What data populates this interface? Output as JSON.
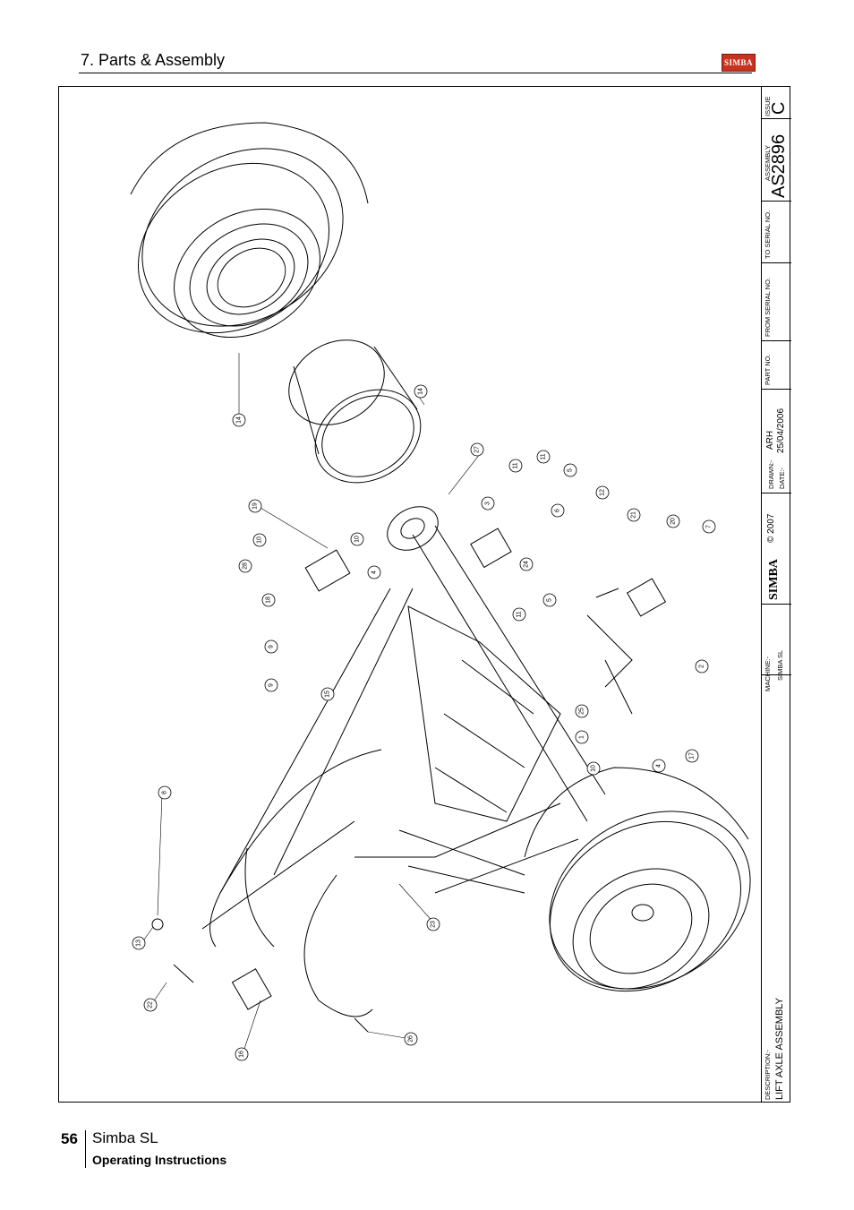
{
  "header": {
    "section_title": "7. Parts & Assembly",
    "logo_text": "SIMBA"
  },
  "title_block": {
    "issue_label": "ISSUE",
    "issue_value": "C",
    "assembly_label": "ASSEMBLY",
    "assembly_value": "AS2896",
    "to_serial_label": "TO SERIAL NO.",
    "from_serial_label": "FROM SERIAL NO.",
    "part_no_label": "PART NO.",
    "drawn_label": "DRAWN:-",
    "drawn_value": "ARH",
    "date_label": "DATE:-",
    "date_value": "25/04/2006",
    "copyright": "© 2007",
    "logo_text": "SIMBA",
    "machine_label": "MACHINE:-",
    "machine_value": "SIMBA SL",
    "description_label": "DESCRIPTION:-",
    "description_value": "LIFT AXLE ASSEMBLY"
  },
  "callouts": [
    "14",
    "14",
    "27",
    "3",
    "11",
    "11",
    "5",
    "19",
    "10",
    "10",
    "28",
    "4",
    "12",
    "6",
    "24",
    "21",
    "20",
    "7",
    "18",
    "5",
    "11",
    "9",
    "9",
    "15",
    "25",
    "2",
    "1",
    "10",
    "4",
    "17",
    "8",
    "13",
    "22",
    "23",
    "16",
    "26"
  ],
  "footer": {
    "page_number": "56",
    "product": "Simba SL",
    "subtitle": "Operating Instructions"
  }
}
